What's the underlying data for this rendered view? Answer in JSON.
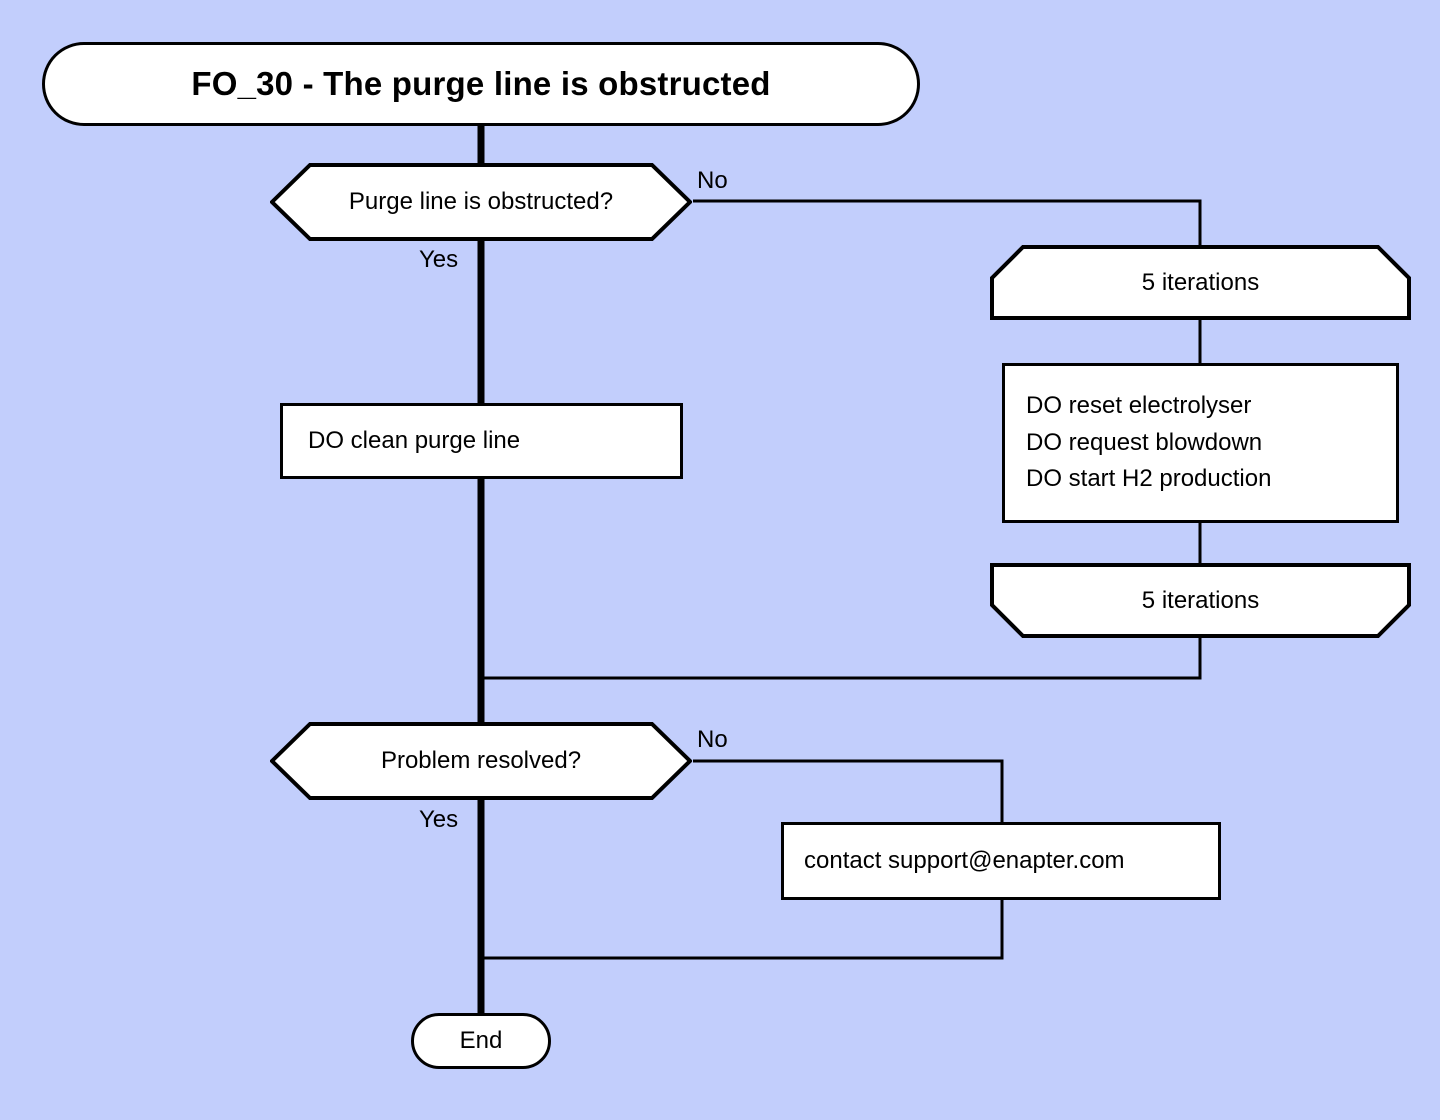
{
  "diagram": {
    "title": "FO_30 - The purge line is obstructed",
    "background_color": "#c2cefc",
    "node_fill_color": "#ffffff",
    "stroke_color": "#000000",
    "type": "flowchart"
  },
  "nodes": {
    "title": {
      "label": "FO_30 - The purge line is obstructed",
      "shape": "terminator"
    },
    "decision_1": {
      "label": "Purge line is obstructed?",
      "shape": "hexagon",
      "yes_label": "Yes",
      "no_label": "No"
    },
    "clean_purge": {
      "label": "DO clean purge line",
      "shape": "process"
    },
    "loop_start": {
      "label": "5 iterations",
      "shape": "loop-limit-start"
    },
    "do_actions": {
      "label": "DO reset electrolyser\nDO request blowdown\nDO start H2 production",
      "shape": "process",
      "lines": [
        "DO reset electrolyser",
        "DO request blowdown",
        "DO start H2 production"
      ]
    },
    "loop_end": {
      "label": "5 iterations",
      "shape": "loop-limit-end"
    },
    "decision_2": {
      "label": "Problem resolved?",
      "shape": "hexagon",
      "yes_label": "Yes",
      "no_label": "No"
    },
    "contact": {
      "label": "contact support@enapter.com",
      "shape": "process"
    },
    "end": {
      "label": "End",
      "shape": "terminator"
    }
  },
  "edges": {
    "title_to_decision1": {
      "from": "title",
      "to": "decision_1",
      "label": ""
    },
    "decision1_no": {
      "from": "decision_1",
      "to": "loop_start",
      "label": "No"
    },
    "decision1_yes": {
      "from": "decision_1",
      "to": "clean_purge",
      "label": "Yes"
    },
    "loopstart_to_actions": {
      "from": "loop_start",
      "to": "do_actions",
      "label": ""
    },
    "actions_to_loopend": {
      "from": "do_actions",
      "to": "loop_end",
      "label": ""
    },
    "loopend_to_decision2": {
      "from": "loop_end",
      "to": "decision_2",
      "label": ""
    },
    "cleanpurge_to_decision2": {
      "from": "clean_purge",
      "to": "decision_2",
      "label": ""
    },
    "decision2_no": {
      "from": "decision_2",
      "to": "contact",
      "label": "No"
    },
    "decision2_yes": {
      "from": "decision_2",
      "to": "end",
      "label": "Yes"
    },
    "contact_to_end": {
      "from": "contact",
      "to": "end",
      "label": ""
    }
  }
}
